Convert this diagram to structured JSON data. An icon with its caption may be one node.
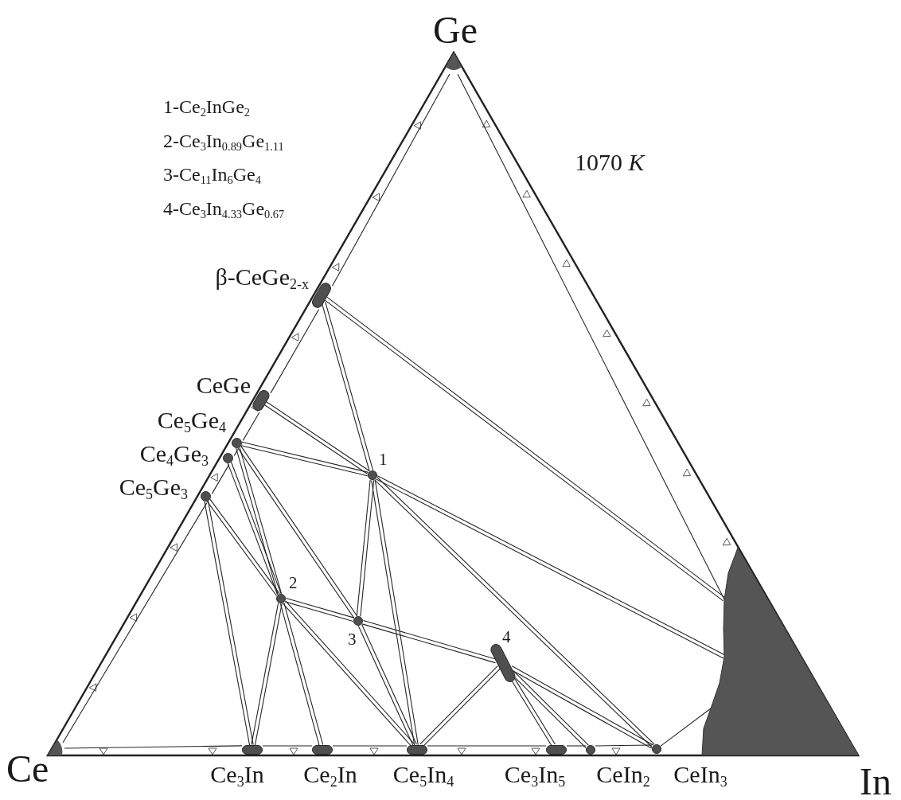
{
  "diagram": {
    "nodes": [
      {
        "text": [
          "Ge"
        ]
      },
      {
        "text": [
          "β-CeGe$_{2-x}$"
        ]
      },
      {
        "text": [
          "CeGe"
        ]
      },
      {
        "text": [
          "Ce$_{5}$Ge$_{4}$"
        ]
      },
      {
        "text": [
          "Ce$_{4}$Ge$_{3}$"
        ]
      },
      {
        "text": [
          "Ce$_{5}$Ge$_{3}$"
        ]
      },
      {
        "text": [
          "Ce"
        ]
      },
      {
        "text": [
          "1"
        ]
      },
      {
        "text": [
          "2"
        ]
      },
      {
        "text": [
          "3"
        ]
      },
      {
        "text": [
          "4"
        ]
      },
      {
        "text": [
          "Ce$_{3}$In"
        ]
      },
      {
        "text": [
          "Ce$_{2}$In"
        ]
      },
      {
        "text": [
          "Ce$_{5}$In$_{4}$"
        ]
      },
      {
        "text": [
          "Ce$_{3}$In$_{5}$"
        ]
      },
      {
        "text": [
          "CeIn$_{2}$"
        ]
      },
      {
        "text": [
          "CeIn$_{3}$"
        ]
      },
      {
        "text": [
          "In"
        ]
      }
    ],
    "edges": [
      {
        "from": 0,
        "to": 1,
        "arrow": "none"
      },
      {
        "from": 1,
        "to": 2,
        "arrow": "none"
      },
      {
        "from": 2,
        "to": 3,
        "arrow": "none"
      },
      {
        "from": 3,
        "to": 4,
        "arrow": "none"
      },
      {
        "from": 4,
        "to": 5,
        "arrow": "none"
      },
      {
        "from": 5,
        "to": 6,
        "arrow": "none"
      },
      {
        "from": 6,
        "to": 11,
        "arrow": "none"
      },
      {
        "from": 11,
        "to": 12,
        "arrow": "none"
      },
      {
        "from": 12,
        "to": 13,
        "arrow": "none"
      },
      {
        "from": 13,
        "to": 14,
        "arrow": "none"
      },
      {
        "from": 14,
        "to": 15,
        "arrow": "none"
      },
      {
        "from": 15,
        "to": 16,
        "arrow": "none"
      },
      {
        "from": 0,
        "to": 17,
        "arrow": "none"
      },
      {
        "from": 1,
        "to": 7,
        "arrow": "none"
      },
      {
        "from": 1,
        "to": 17,
        "arrow": "none"
      },
      {
        "from": 2,
        "to": 7,
        "arrow": "none"
      },
      {
        "from": 3,
        "to": 7,
        "arrow": "none"
      },
      {
        "from": 3,
        "to": 9,
        "arrow": "none"
      },
      {
        "from": 3,
        "to": 8,
        "arrow": "none"
      },
      {
        "from": 4,
        "to": 8,
        "arrow": "none"
      },
      {
        "from": 5,
        "to": 8,
        "arrow": "none"
      },
      {
        "from": 5,
        "to": 11,
        "arrow": "none"
      },
      {
        "from": 7,
        "to": 9,
        "arrow": "none"
      },
      {
        "from": 7,
        "to": 13,
        "arrow": "none"
      },
      {
        "from": 7,
        "to": 16,
        "arrow": "none"
      },
      {
        "from": 7,
        "to": 17,
        "arrow": "none"
      },
      {
        "from": 8,
        "to": 9,
        "arrow": "none"
      },
      {
        "from": 8,
        "to": 11,
        "arrow": "none"
      },
      {
        "from": 8,
        "to": 12,
        "arrow": "none"
      },
      {
        "from": 8,
        "to": 13,
        "arrow": "none"
      },
      {
        "from": 9,
        "to": 13,
        "arrow": "none"
      },
      {
        "from": 9,
        "to": 10,
        "arrow": "none"
      },
      {
        "from": 10,
        "to": 13,
        "arrow": "none"
      },
      {
        "from": 10,
        "to": 14,
        "arrow": "none"
      },
      {
        "from": 10,
        "to": 15,
        "arrow": "none"
      },
      {
        "from": 10,
        "to": 16,
        "arrow": "none"
      },
      {
        "from": 16,
        "to": 17,
        "arrow": "none"
      }
    ],
    "labels": [
      "1-Ce$_{2}$InGe$_{2}$",
      "2-Ce$_{3}$In$_{0.89}$Ge$_{1.11}$",
      "3-Ce$_{11}$In$_{6}$Ge$_{4}$",
      "4-Ce$_{3}$In$_{4.33}$Ge$_{0.67}$",
      "1070 *K*"
    ]
  }
}
